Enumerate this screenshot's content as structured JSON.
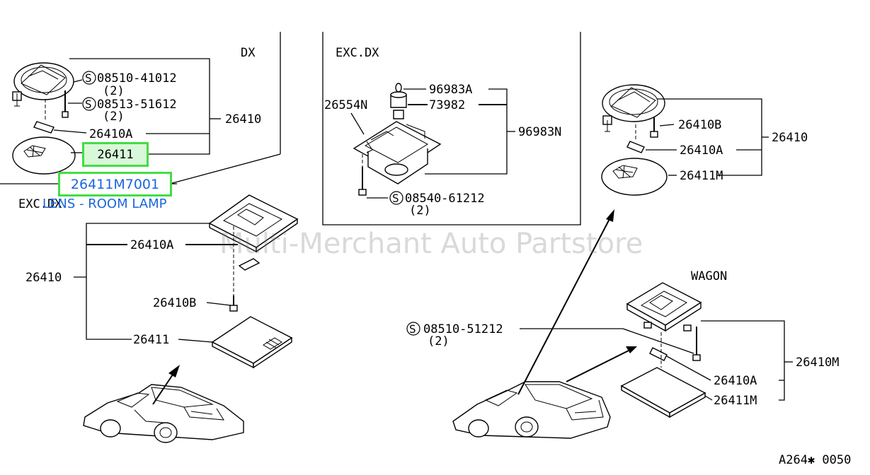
{
  "sections": {
    "dx": "DX",
    "exc_dx_top": "EXC.DX",
    "exc_dx_left": "EXC.DX",
    "wagon": "WAGON"
  },
  "labels": {
    "dx_s1": "08510-41012",
    "dx_s1_qty": "(2)",
    "dx_s2": "08513-51612",
    "dx_s2_qty": "(2)",
    "dx_26410": "26410",
    "dx_26410a": "26410A",
    "excdx_96983a": "96983A",
    "excdx_26554n": "26554N",
    "excdx_73982": "73982",
    "excdx_96983n": "96983N",
    "excdx_s": "08540-61212",
    "excdx_s_qty": "(2)",
    "tr_26410b": "26410B",
    "tr_26410": "26410",
    "tr_26410a": "26410A",
    "tr_26411m": "26411M",
    "l_26410a": "26410A",
    "l_26410": "26410",
    "l_26410b": "26410B",
    "l_26411": "26411",
    "w_s": "08510-51212",
    "w_s_qty": "(2)",
    "w_26410m": "26410M",
    "w_26410a": "26410A",
    "w_26411m": "26411M",
    "s_symbol": "S",
    "code": "A264✱ 0050"
  },
  "highlight": {
    "part_26411": "26411",
    "part_number": "26411M7001",
    "tooltip": "LENS - ROOM LAMP"
  },
  "watermark": "Multi-Merchant Auto Partstore",
  "colors": {
    "highlight_border": "#44dd44",
    "link_text": "#1a66dd"
  }
}
